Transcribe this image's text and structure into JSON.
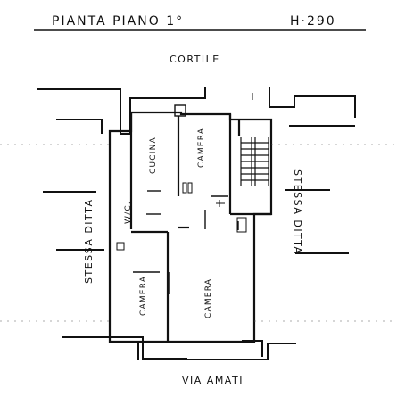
{
  "title": {
    "main": "PIANTA PIANO 1°",
    "height": "H·290"
  },
  "labels": {
    "top": "CORTILE",
    "bottom": "VIA AMATI",
    "left": "STESSA DITTA",
    "right": "STESSA DITTA",
    "kitchen": "CUCINA",
    "room_top": "CAMERA",
    "wc": "W/C.",
    "room_bottom_left": "CAMERA",
    "room_bottom_right": "CAMERA"
  },
  "colors": {
    "ink": "#111111",
    "paper": "#ffffff"
  }
}
